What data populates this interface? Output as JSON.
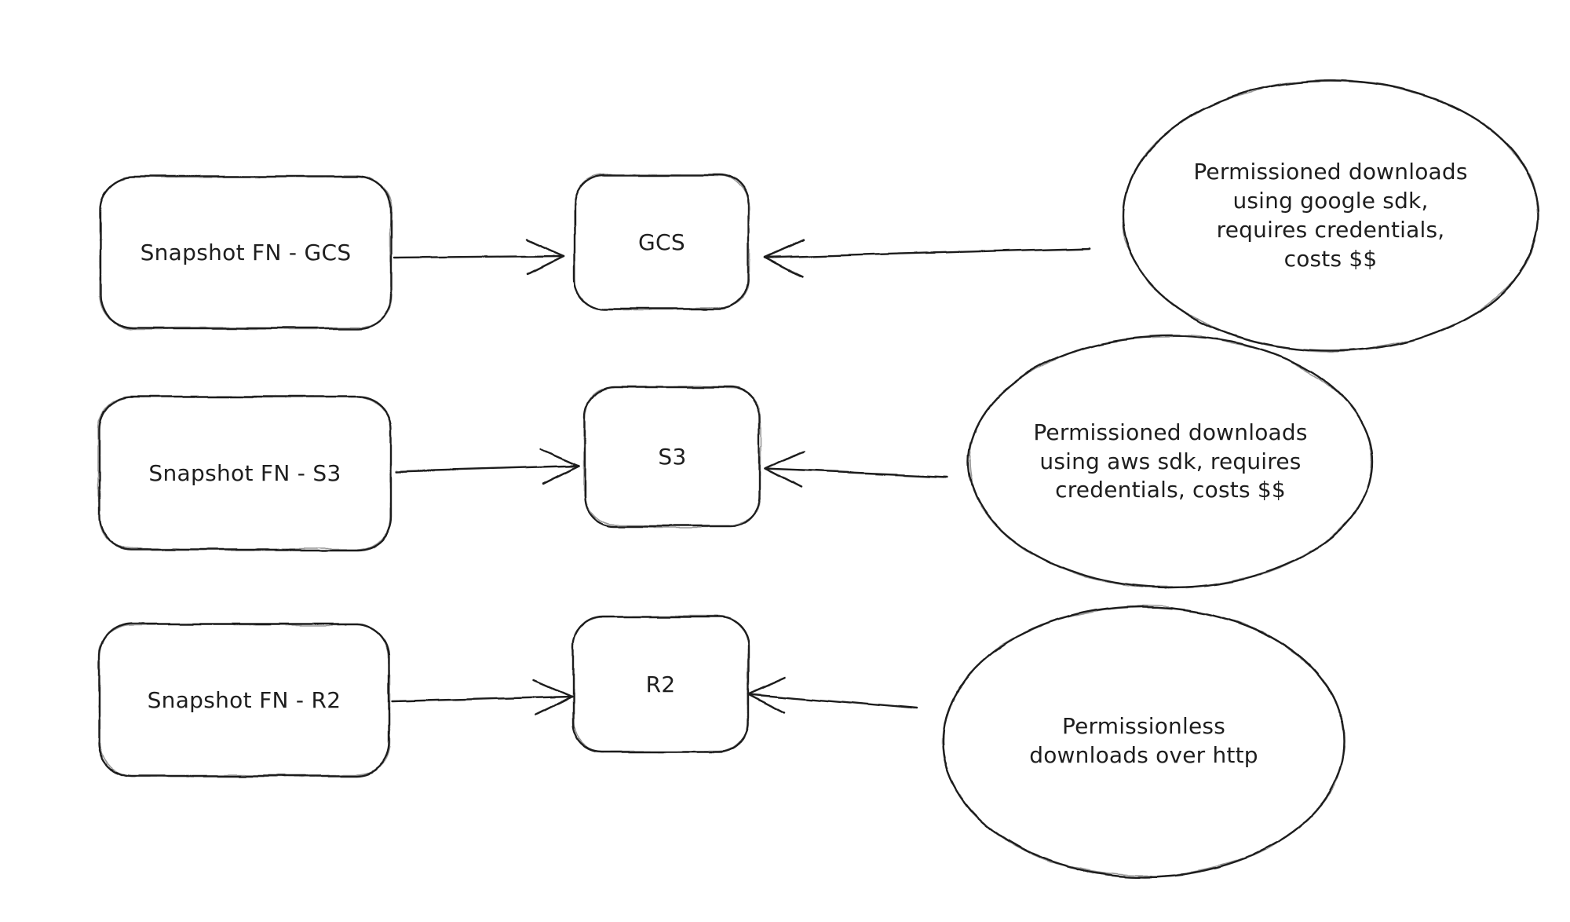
{
  "diagram": {
    "colors": {
      "stroke": "#1e1e1e",
      "background": "#ffffff"
    },
    "rows": [
      {
        "source": "Snapshot FN - GCS",
        "target": "GCS",
        "note": "Permissioned downloads\nusing google sdk,\nrequires credentials,\ncosts $$"
      },
      {
        "source": "Snapshot FN - S3",
        "target": "S3",
        "note": "Permissioned downloads\nusing aws sdk, requires\ncredentials, costs $$"
      },
      {
        "source": "Snapshot FN - R2",
        "target": "R2",
        "note": "Permissionless\ndownloads over http"
      }
    ]
  }
}
